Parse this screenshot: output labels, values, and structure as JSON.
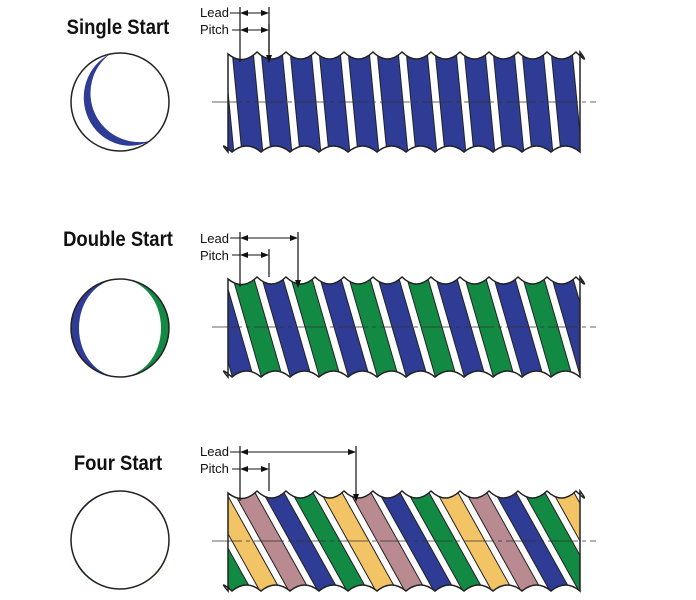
{
  "colors": {
    "blue": "#2e3c96",
    "green": "#138a44",
    "yellow": "#f2c466",
    "pink": "#b98a8f",
    "outline": "#222222"
  },
  "diagrams": [
    {
      "title": "Single Start",
      "lead_label": "Lead",
      "pitch_label": "Pitch",
      "starts": 1,
      "lead_in_pitches": 1,
      "thread_colors": [
        "#2e3c96"
      ]
    },
    {
      "title": "Double Start",
      "lead_label": "Lead",
      "pitch_label": "Pitch",
      "starts": 2,
      "lead_in_pitches": 2,
      "thread_colors": [
        "#138a44",
        "#2e3c96"
      ]
    },
    {
      "title": "Four Start",
      "lead_label": "Lead",
      "pitch_label": "Pitch",
      "starts": 4,
      "lead_in_pitches": 4,
      "thread_colors": [
        "#b98a8f",
        "#2e3c96",
        "#138a44",
        "#f2c466"
      ]
    }
  ]
}
